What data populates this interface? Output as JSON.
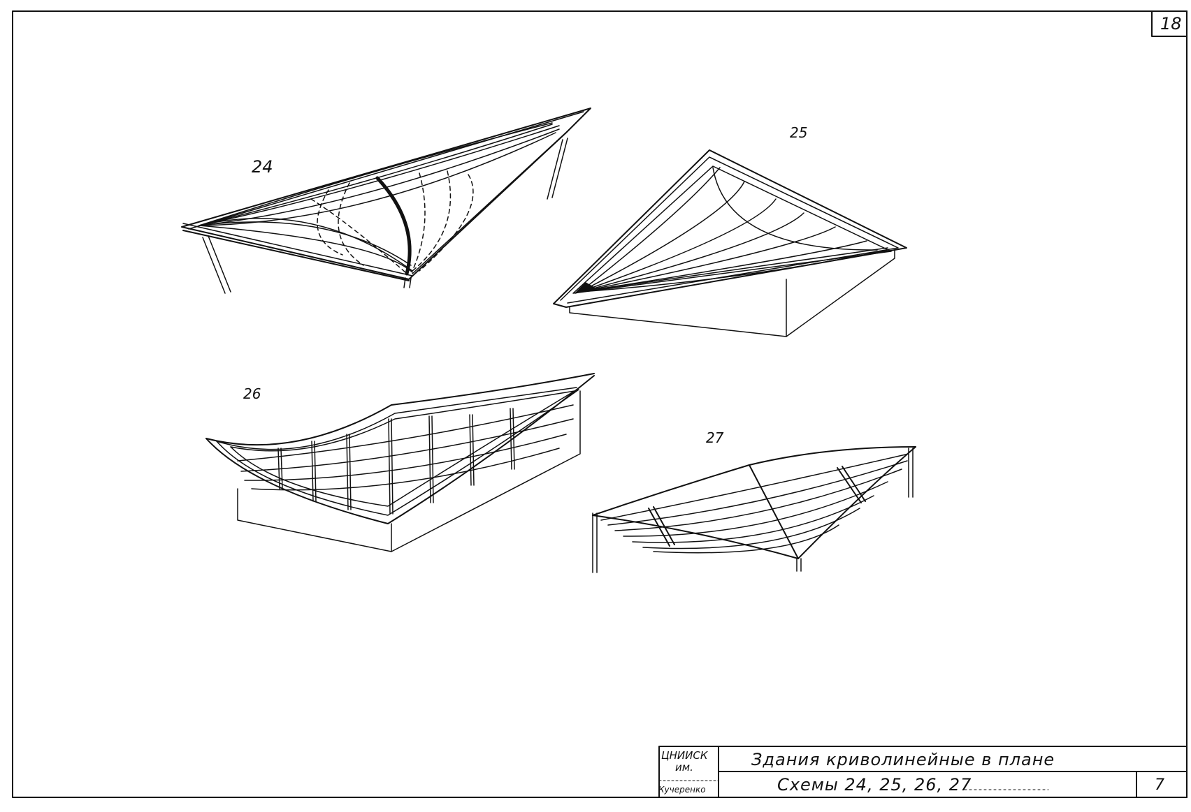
{
  "sheet": {
    "number": "18",
    "page": "7"
  },
  "figures": [
    {
      "label": "24"
    },
    {
      "label": "25"
    },
    {
      "label": "26"
    },
    {
      "label": "27"
    }
  ],
  "title_block": {
    "org_line1": "ЦНИИСК",
    "org_line2": "им.",
    "org_line3": "Кучеренко",
    "title": "Здания криволинейные в плане",
    "subtitle": "Схемы 24, 25, 26, 27"
  },
  "colors": {
    "ink": "#111111",
    "paper": "#ffffff"
  }
}
